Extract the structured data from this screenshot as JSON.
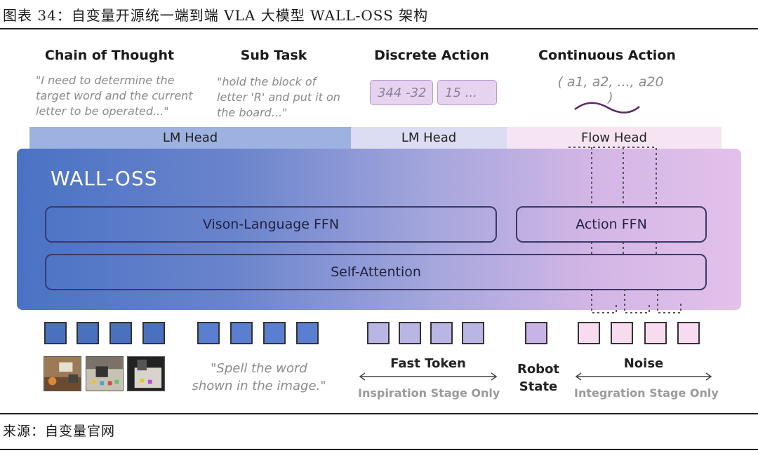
{
  "caption": "图表 34：自变量开源统一端到端 VLA 大模型 WALL-OSS 架构",
  "outputs": {
    "cot": {
      "title": "Chain of Thought",
      "quote_lines": [
        "\"I need to determine the",
        "target word and the current",
        "letter to be operated...\""
      ]
    },
    "subtask": {
      "title": "Sub Task",
      "quote_lines": [
        "\"hold the block of",
        "letter 'R' and put it on",
        "the board...\""
      ]
    },
    "discrete": {
      "title": "Discrete Action",
      "tokens": [
        "344 -32",
        "15 ..."
      ]
    },
    "continuous": {
      "title": "Continuous Action",
      "value": "( a1, a2, ..., a20 )"
    }
  },
  "heads": [
    "LM Head",
    "LM Head",
    "Flow Head"
  ],
  "model": {
    "title": "WALL-OSS",
    "vl_ffn": "Vison-Language FFN",
    "action_ffn": "Action FFN",
    "attention": "Self-Attention"
  },
  "inputs": {
    "instruction_lines": [
      "\"Spell the word",
      "shown in the image.\""
    ],
    "fast_token": {
      "label": "Fast Token",
      "note": "Inspiration Stage Only"
    },
    "robot_state_lines": [
      "Robot",
      "State"
    ],
    "noise": {
      "label": "Noise",
      "note": "Integration Stage Only"
    }
  },
  "colors": {
    "image_token": "#4a70c0",
    "text_token": "#5a7fd0",
    "fast_token": "#b9b6e4",
    "robot_state": "#c9b3e6",
    "noise_token": "#f7dcef"
  },
  "source": "来源：自变量官网"
}
